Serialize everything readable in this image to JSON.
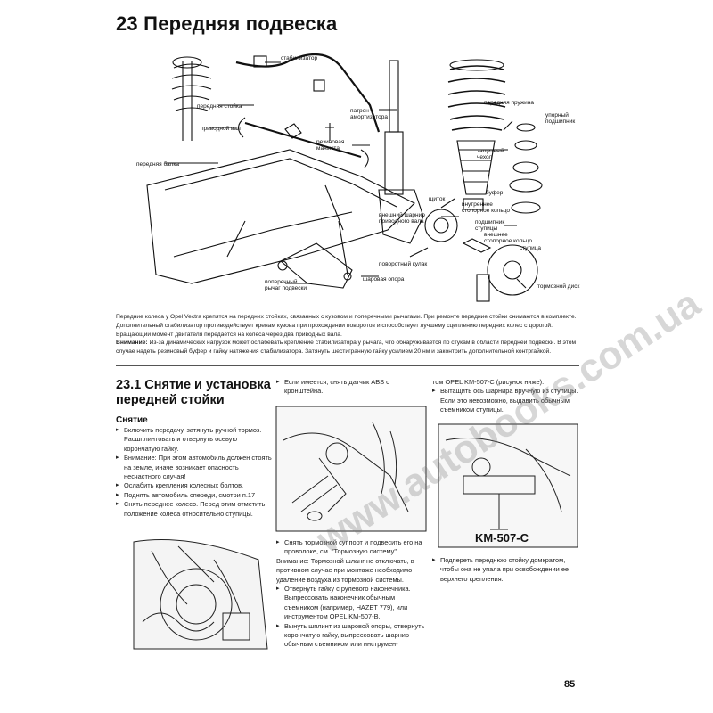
{
  "section_title": "23 Передняя подвеска",
  "diagram_labels": {
    "stabilizer": "стабилизатор",
    "front_strut": "передняя стойка",
    "drive_shaft": "приводной вал",
    "front_beam": "передняя балка",
    "shock_cartridge": "патрон амортизатора",
    "rubber_boot": "резиновая манжета",
    "front_spring": "передняя пружина",
    "thrust_bearing": "упорный подшипник",
    "protective_cover": "защитный чехол",
    "buffer": "буфер",
    "shield": "щиток",
    "inner_ring": "внутреннее стопорное кольцо",
    "outer_joint": "внешний шарнир приводного вала",
    "hub_bearing": "подшипник ступицы",
    "outer_ring": "внешнее стопорное кольцо",
    "hub": "ступица",
    "steering_knuckle": "поворотный кулак",
    "ball_joint": "шаровая опора",
    "control_arm": "поперечный рычаг подвески",
    "brake_disc": "тормозной диск"
  },
  "caption": {
    "text1": "Передние колеса у Opel Vectra крепятся на передних стойках, связанных с кузовом и поперечными рычагами. При ремонте передние стойки снимаются в комплекте. Дополнительный стабилизатор противодействует кренам кузова при прохождении поворотов и способствует лучшему сцеплению передних колес с дорогой. Вращающий момент двигателя передается на колеса через два приводных вала.",
    "warning_label": "Внимание:",
    "text2": " Из-за динамических нагрузок может ослабевать крепление стабилизатора у рычага, что обнаруживается по стукам в области передней подвески. В этом случае надеть резиновый буфер и гайку натяжения стабилизатора. Затянуть шестигранную гайку усилием 20 нм и законтрить дополнительной контргайкой."
  },
  "subsection_title": "23.1 Снятие и установка передней стойки",
  "removal_heading": "Снятие",
  "col1": [
    "Включить передачу, затянуть ручной тормоз. Расшплинтовать и отвернуть осевую корончатую гайку.",
    "Внимание: При этом автомобиль должен стоять на земле, иначе возникает опасность несчастного случая!",
    "Ослабить крепления колесных болтов.",
    "Поднять автомобиль спереди, смотри п.17",
    "Снять переднее колесо. Перед этим отметить положение колеса относительно ступицы."
  ],
  "col2_top": "Если имеется, снять датчик ABS с кронштейна.",
  "col2": [
    "Снять тормозной суппорт и подвесить его на проволоке, см. \"Тормозную систему\".",
    "Внимание: Тормозной шланг не отключать, в противном случае при монтаже необходимо удаление воздуха из тормозной системы.",
    "Отвернуть гайку с рулевого наконечника. Выпрессовать наконечник обычным съемником (например, HAZET 779), или инструментом OPEL KM-507-B.",
    "Вынуть шплинт из шаровой опоры, отвернуть корончатую гайку, выпрессовать шарнир обычным съемником или инструмен-"
  ],
  "col3_top": [
    "том OPEL KM-507-C (рисунок ниже).",
    "Вытащить ось шарнира вручную из ступицы. Если это невозможно, выдавить обычным съемником ступицы."
  ],
  "tool_label": "KM-507-C",
  "col3_bottom": "Подпереть переднюю стойку домкратом, чтобы она не упала при освобождении ее верхнего крепления.",
  "watermark": "www.autobooks.com.ua",
  "page_number": "85"
}
